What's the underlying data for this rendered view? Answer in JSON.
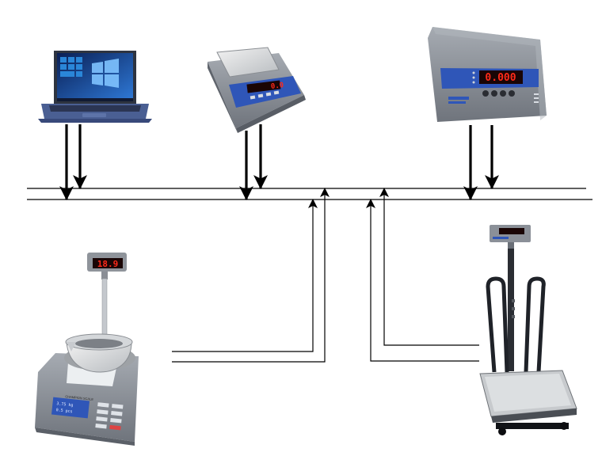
{
  "colors": {
    "background": "#ffffff",
    "wire": "#000000",
    "scale_body": "#8b9098",
    "panel_blue": "#2f56b8",
    "led_red": "#ff2a1a",
    "laptop_body": "#3a4c78",
    "screen_blue": "#1f4fa6"
  },
  "devices": [
    {
      "id": "laptop",
      "icon": "laptop-icon"
    },
    {
      "id": "table-scale",
      "icon": "weighing-scale-icon",
      "display": "0.0"
    },
    {
      "id": "indicator",
      "icon": "weight-indicator-icon",
      "display": "0.000"
    },
    {
      "id": "counting-scale",
      "icon": "counting-scale-icon",
      "display": "18.9"
    },
    {
      "id": "platform-scale",
      "icon": "platform-scale-icon",
      "display": ""
    }
  ],
  "labels": {
    "counting_brand": "CHAMPION SCALE",
    "lcd_top": "3.75 kg",
    "lcd_bottom": "0.5 pcs"
  },
  "bus": {
    "lines": 2,
    "arrows_down": 6,
    "arrows_up": 4
  }
}
